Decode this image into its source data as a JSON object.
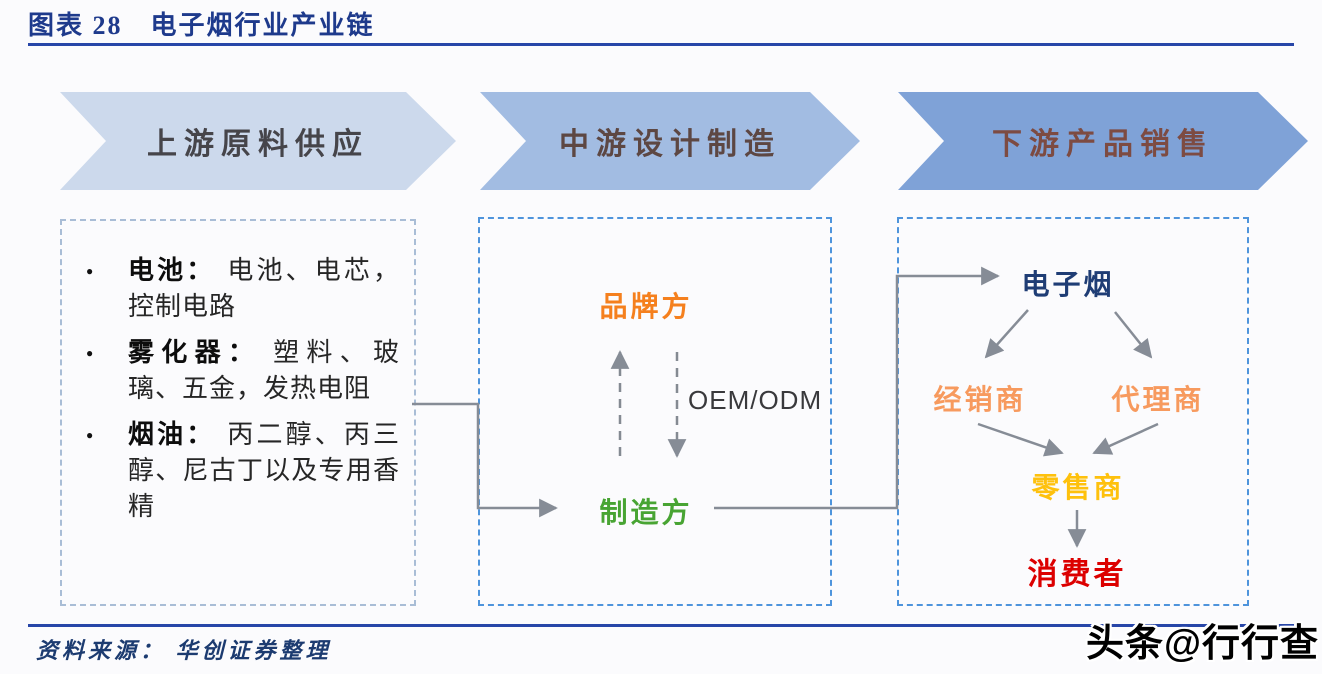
{
  "title": "图表 28　电子烟行业产业链",
  "stages": [
    {
      "label": "上游原料供应",
      "fill": "#ccd9ec",
      "text_color": "#46454a"
    },
    {
      "label": "中游设计制造",
      "fill": "#a2bce2",
      "text_color": "#5d4743"
    },
    {
      "label": "下游产品销售",
      "fill": "#7fa2d7",
      "text_color": "#7d4b42"
    }
  ],
  "upstream": {
    "items": [
      {
        "label": "电池：",
        "text": "电池、电芯，控制电路"
      },
      {
        "label": "雾化器：",
        "text": "塑料、玻璃、五金，发热电阻"
      },
      {
        "label": "烟油：",
        "text": "丙二醇、丙三醇、尼古丁以及专用香精"
      }
    ]
  },
  "midstream": {
    "brand": {
      "label": "品牌方",
      "color": "#f5801e"
    },
    "manufacturer": {
      "label": "制造方",
      "color": "#48a433"
    },
    "oem": {
      "label": "OEM/ODM",
      "color": "#39393c"
    }
  },
  "downstream": {
    "ecig": {
      "label": "电子烟",
      "color": "#1f3d75"
    },
    "distributor": {
      "label": "经销商",
      "color": "#f79a5e"
    },
    "agent": {
      "label": "代理商",
      "color": "#f79a5e"
    },
    "retailer": {
      "label": "零售商",
      "color": "#fec10d"
    },
    "consumer": {
      "label": "消费者",
      "color": "#dc0000"
    }
  },
  "source_note": "资料来源： 华创证券整理",
  "watermark": "头条@行行查",
  "colors": {
    "title_blue": "#1e3a8c",
    "rule_blue": "#2746a8",
    "box_dash_blue": "#4e94dc",
    "upstream_dash": "#a9bdd6",
    "arrow_gray": "#868c96",
    "background": "#fbfbfd"
  }
}
